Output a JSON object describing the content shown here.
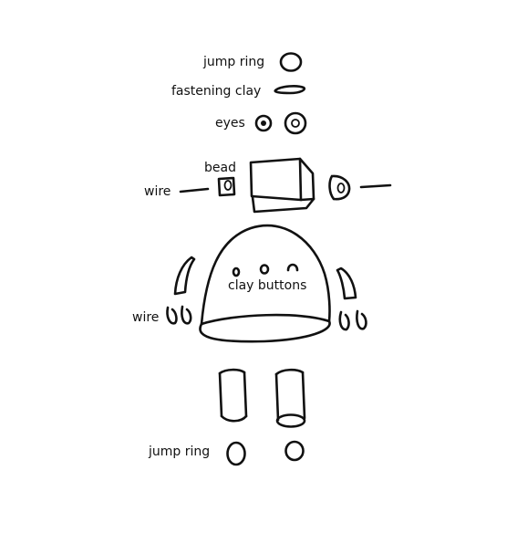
{
  "labels": {
    "jump_ring_top": "jump ring",
    "fastening_clay": "fastening clay",
    "eyes": "eyes",
    "bead": "bead",
    "wire_head": "wire",
    "clay_buttons": "clay buttons",
    "wire_arms": "wire",
    "jump_ring_bottom": "jump ring"
  },
  "colors": {
    "ink": "#111111",
    "background": "#ffffff"
  }
}
